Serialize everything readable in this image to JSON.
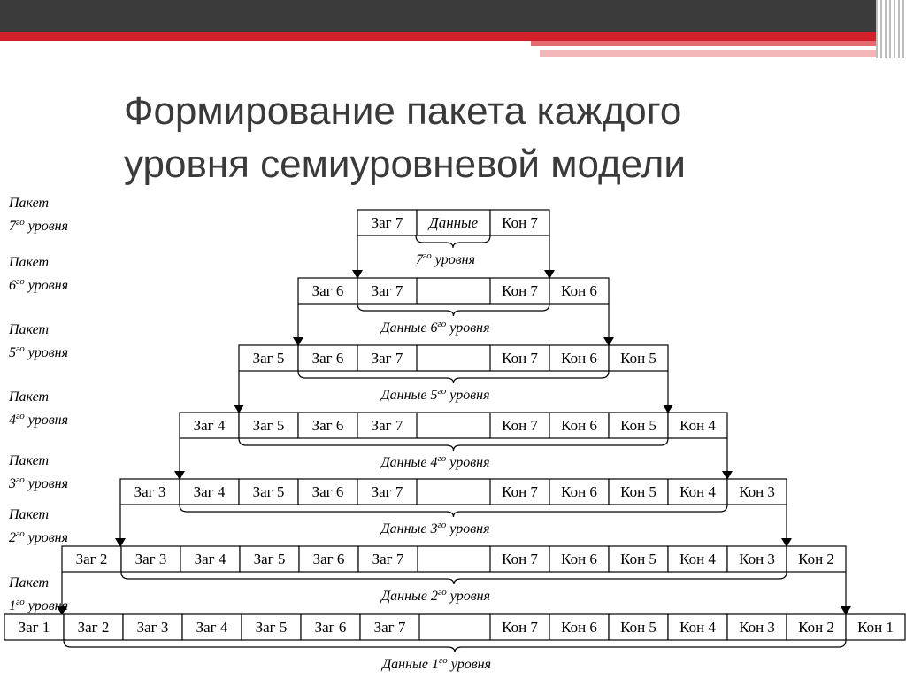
{
  "title": {
    "line1": "Формирование пакета каждого",
    "line2": "уровня семиуровневой модели"
  },
  "level_labels": [
    {
      "level": 7,
      "line1": "Пакет",
      "line2": "7го уровня"
    },
    {
      "level": 6,
      "line1": "Пакет",
      "line2": "6го уровня"
    },
    {
      "level": 5,
      "line1": "Пакет",
      "line2": "5го уровня"
    },
    {
      "level": 4,
      "line1": "Пакет",
      "line2": "4го уровня"
    },
    {
      "level": 3,
      "line1": "Пакет",
      "line2": "3го уровня"
    },
    {
      "level": 2,
      "line1": "Пакет",
      "line2": "2го уровня"
    },
    {
      "level": 1,
      "line1": "Пакет",
      "line2": "1го уровня"
    }
  ],
  "rows": [
    {
      "level": 7,
      "headers": [
        "Заг 7"
      ],
      "data": "Данные",
      "trailers": [
        "Кон 7"
      ]
    },
    {
      "level": 6,
      "headers": [
        "Заг 6",
        "Заг 7"
      ],
      "trailers": [
        "Кон 7",
        "Кон 6"
      ]
    },
    {
      "level": 5,
      "headers": [
        "Заг 5",
        "Заг 6",
        "Заг 7"
      ],
      "trailers": [
        "Кон 7",
        "Кон 6",
        "Кон 5"
      ]
    },
    {
      "level": 4,
      "headers": [
        "Заг 4",
        "Заг 5",
        "Заг 6",
        "Заг 7"
      ],
      "trailers": [
        "Кон 7",
        "Кон 6",
        "Кон 5",
        "Кон 4"
      ]
    },
    {
      "level": 3,
      "headers": [
        "Заг 3",
        "Заг 4",
        "Заг 5",
        "Заг 6",
        "Заг 7"
      ],
      "trailers": [
        "Кон 7",
        "Кон 6",
        "Кон 5",
        "Кон 4",
        "Кон 3"
      ]
    },
    {
      "level": 2,
      "headers": [
        "Заг 2",
        "Заг 3",
        "Заг 4",
        "Заг 5",
        "Заг 6",
        "Заг 7"
      ],
      "trailers": [
        "Кон 7",
        "Кон 6",
        "Кон 5",
        "Кон 4",
        "Кон 3",
        "Кон 2"
      ]
    },
    {
      "level": 1,
      "headers": [
        "Заг 1",
        "Заг 2",
        "Заг 3",
        "Заг 4",
        "Заг 5",
        "Заг 6",
        "Заг 7"
      ],
      "trailers": [
        "Кон 7",
        "Кон 6",
        "Кон 5",
        "Кон 4",
        "Кон 3",
        "Кон 2",
        "Кон 1"
      ]
    }
  ],
  "brace_labels": [
    {
      "level": 7,
      "text": "7го уровня"
    },
    {
      "level": 6,
      "text": "Данные 6го уровня"
    },
    {
      "level": 5,
      "text": "Данные 5го уровня"
    },
    {
      "level": 4,
      "text": "Данные 4го уровня"
    },
    {
      "level": 3,
      "text": "Данные 3го уровня"
    },
    {
      "level": 2,
      "text": "Данные 2го уровня"
    },
    {
      "level": 1,
      "text": "Данные 1го уровня"
    }
  ]
}
